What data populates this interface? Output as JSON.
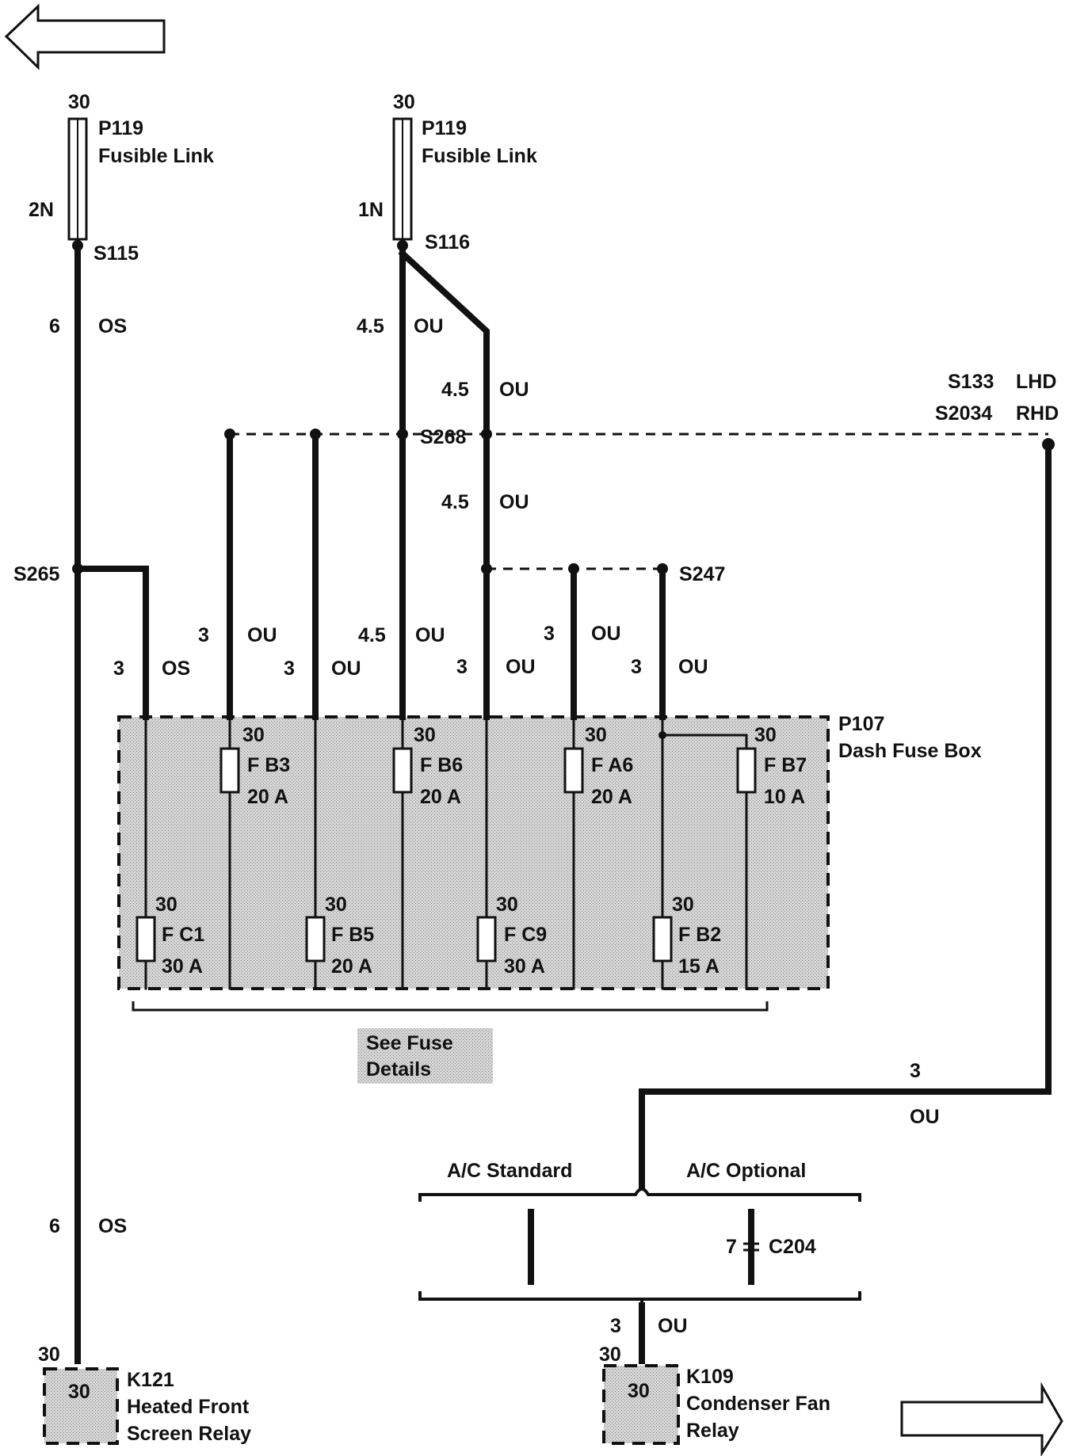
{
  "arrows": {
    "back": "left-arrow-icon",
    "forward": "right-arrow-icon"
  },
  "top": {
    "left": {
      "pin": "30",
      "name": "P119",
      "desc": "Fusible Link",
      "wire": "2N",
      "splice": "S115"
    },
    "right": {
      "pin": "30",
      "name": "P119",
      "desc": "Fusible Link",
      "wire": "1N",
      "splice": "S116"
    }
  },
  "wires": {
    "w6os_a": "6",
    "os_a": "OS",
    "w45_a": "4.5",
    "ou_a": "OU",
    "w45_b": "4.5",
    "ou_b": "OU",
    "w45_c": "4.5",
    "ou_c": "OU",
    "s265": "S265",
    "s268": "S268",
    "s247": "S247",
    "s133": "S133",
    "lhd": "LHD",
    "s2034": "S2034",
    "rhd": "RHD",
    "f_c1_size": "3",
    "f_c1_col": "OS",
    "f_b3_size": "3",
    "f_b3_col": "OU",
    "f_b5_size": "3",
    "f_b5_col": "OU",
    "f_b6_size": "4.5",
    "f_b6_col": "OU",
    "f_c9_size": "3",
    "f_c9_col": "OU",
    "f_a6_size": "3",
    "f_a6_col": "OU",
    "f_b2_size": "3",
    "f_b2_col": "OU",
    "w6os_b": "6",
    "os_b": "OS",
    "rhs_size": "3",
    "rhs_col": "OU",
    "k109_size": "3",
    "k109_col": "OU",
    "k121_pin": "30",
    "k109_pin": "30"
  },
  "fusebox": {
    "name": "P107",
    "desc": "Dash Fuse Box",
    "top_fuses": [
      {
        "pin": "30",
        "id": "F B3",
        "rating": "20 A"
      },
      {
        "pin": "30",
        "id": "F B6",
        "rating": "20 A"
      },
      {
        "pin": "30",
        "id": "F A6",
        "rating": "20 A"
      },
      {
        "pin": "30",
        "id": "F B7",
        "rating": "10 A"
      }
    ],
    "bottom_fuses": [
      {
        "pin": "30",
        "id": "F C1",
        "rating": "30 A"
      },
      {
        "pin": "30",
        "id": "F B5",
        "rating": "20 A"
      },
      {
        "pin": "30",
        "id": "F C9",
        "rating": "30 A"
      },
      {
        "pin": "30",
        "id": "F B2",
        "rating": "15 A"
      }
    ],
    "see_details": [
      "See Fuse",
      "Details"
    ]
  },
  "ac": {
    "standard": "A/C Standard",
    "optional": "A/C Optional",
    "pin": "7",
    "connector": "C204"
  },
  "relays": {
    "k121": {
      "pin": "30",
      "name": "K121",
      "desc1": "Heated Front",
      "desc2": "Screen Relay"
    },
    "k109": {
      "pin": "30",
      "name": "K109",
      "desc1": "Condenser Fan",
      "desc2": "Relay"
    }
  }
}
